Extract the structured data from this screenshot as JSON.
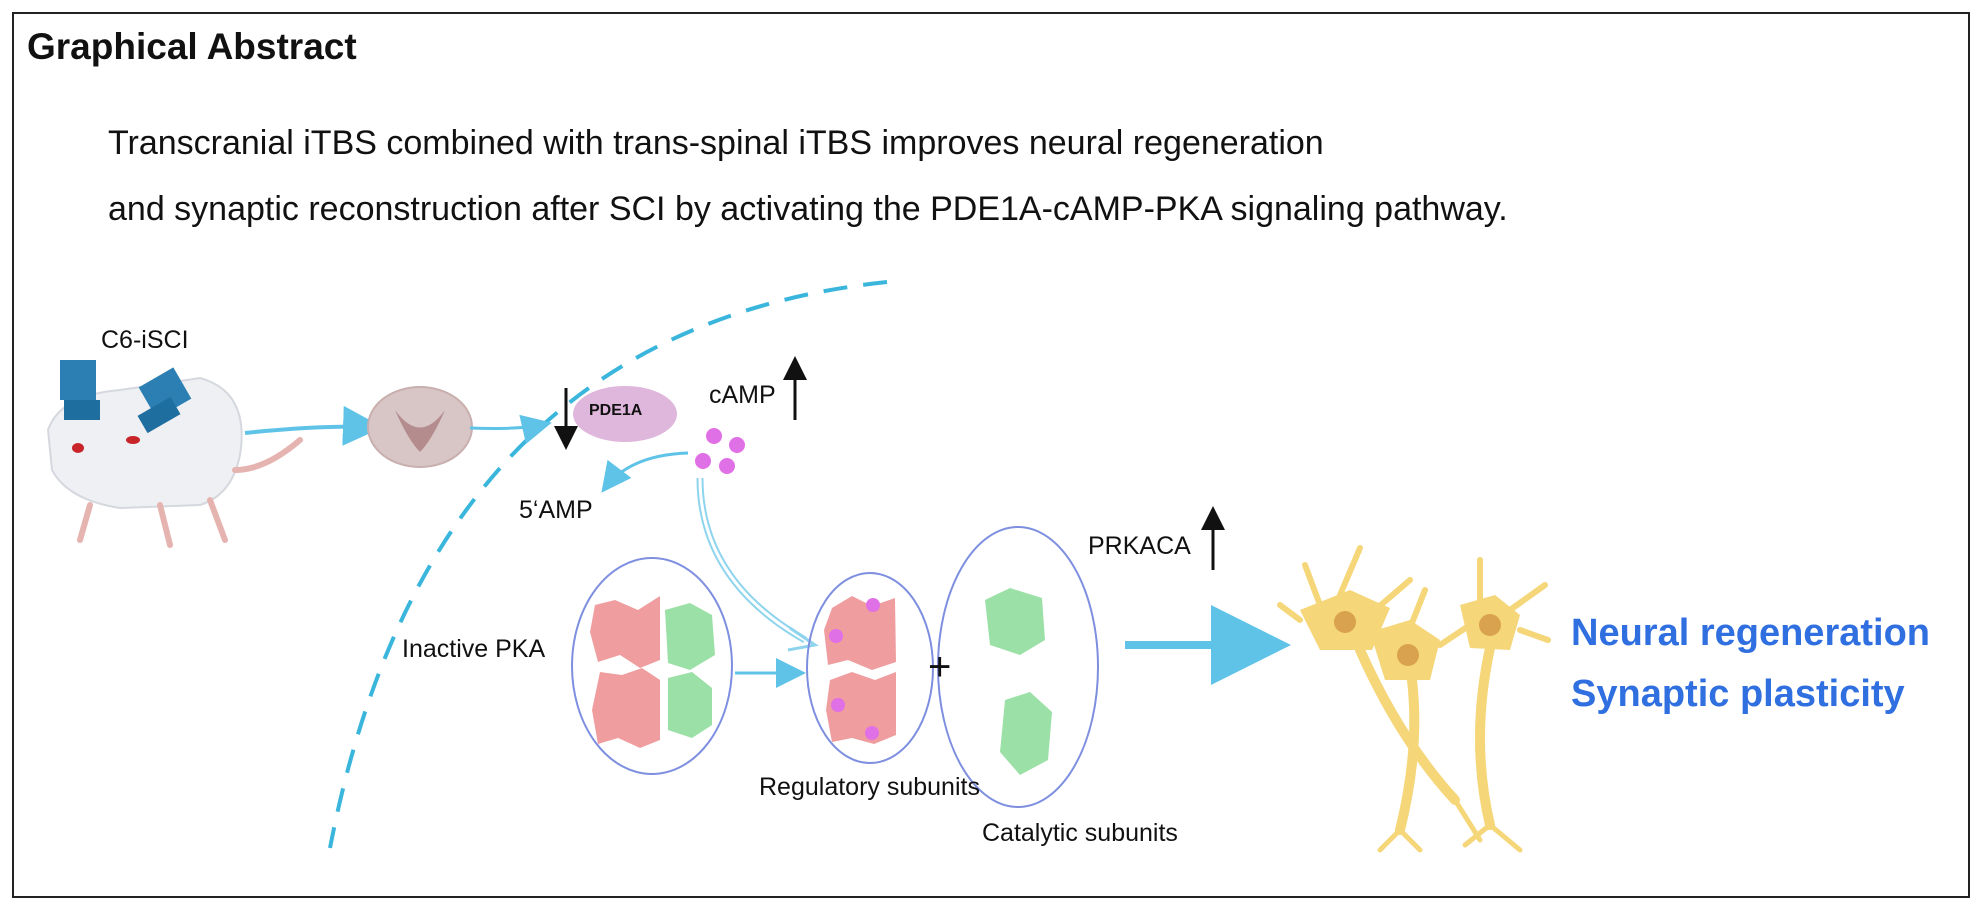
{
  "title": "Graphical Abstract",
  "summary": {
    "line1": "Transcranial iTBS combined with trans-spinal iTBS improves neural regeneration",
    "line2": "and synaptic reconstruction after SCI by activating the PDE1A-cAMP-PKA signaling pathway."
  },
  "labels": {
    "model": "C6-iSCI",
    "pde1a": "PDE1A",
    "camp": "cAMP",
    "amp": "5‘AMP",
    "inactive_pka": "Inactive PKA",
    "prkaca": "PRKACA",
    "regulatory": "Regulatory subunits",
    "catalytic": "Catalytic subunits",
    "plus": "+"
  },
  "outcomes": [
    "Neural regeneration",
    "Synaptic plasticity"
  ],
  "colors": {
    "outcome_text": "#2f6fe0",
    "arrow_blue": "#5fc3e8",
    "dashed_arc": "#3ab5dc",
    "pde1a_fill": "#dfb6dc",
    "camp_dot": "#e070e6",
    "regulatory_fill": "#ef9d9f",
    "catalytic_fill": "#9be0a6",
    "oval_stroke": "#7e8fe0",
    "neuron_fill": "#f5d679",
    "neuron_nucleus": "#d9a24f",
    "coil_blue": "#2c7fb2"
  },
  "icons": {
    "rat": "rat-icon",
    "coil_left": "stimulation-coil-icon",
    "coil_right": "stimulation-coil-icon",
    "spinal_cord": "spinal-cord-section-icon",
    "neurons": "neuron-cluster-icon"
  }
}
